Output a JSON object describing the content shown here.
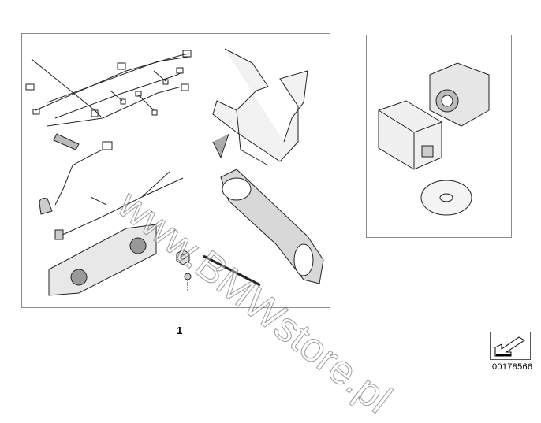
{
  "diagram": {
    "part_callout": "1",
    "reference_number": "00178566",
    "watermark": "www.BMWstore.pl"
  }
}
